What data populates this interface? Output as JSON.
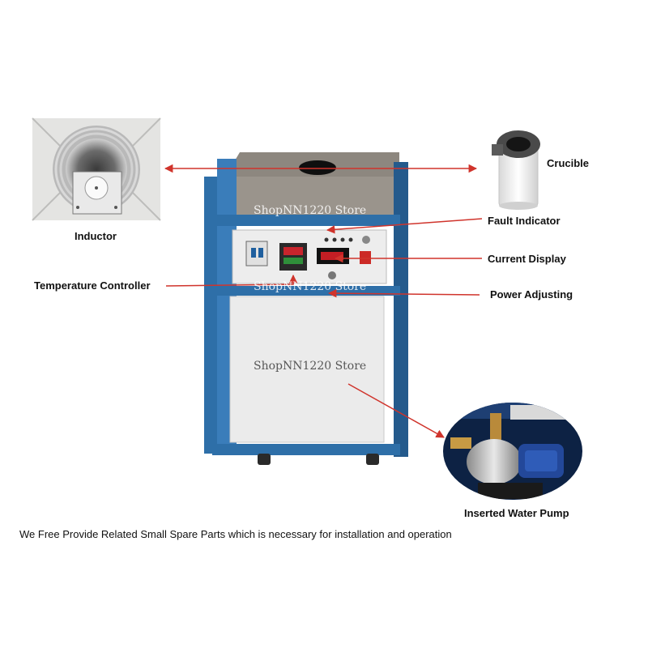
{
  "labels": {
    "inductor": "Inductor",
    "crucible": "Crucible",
    "fault_indicator": "Fault Indicator",
    "current_display": "Current Display",
    "temperature_controller": "Temperature Controller",
    "power_adjusting": "Power Adjusting",
    "water_pump": "Inserted Water Pump"
  },
  "watermarks": [
    "ShopNN1220 Store",
    "ShopNN1220 Store",
    "ShopNN1220 Store"
  ],
  "footer": "We Free Provide Related Small Spare Parts which is necessary for installation and operation",
  "colors": {
    "frame_blue": "#2e6fa8",
    "panel_white": "#ededed",
    "top_plate": "#9a948c",
    "arrow_red": "#d0342c"
  }
}
